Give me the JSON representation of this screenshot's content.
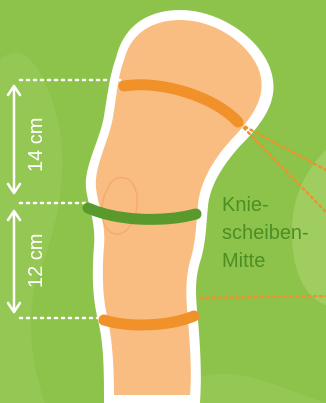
{
  "measurements": {
    "upper": "14 cm",
    "lower": "12 cm"
  },
  "kneecap_label": {
    "line1": "Knie-",
    "line2": "scheiben-",
    "line3": "Mitte"
  },
  "colors": {
    "background": "#8dc34a",
    "leg_fill": "#f9bd82",
    "leg_outline": "#ffffff",
    "band_orange": "#f0912a",
    "band_green": "#5a9a2c",
    "label_green": "#4c8f25",
    "guide_white": "#ffffff"
  }
}
